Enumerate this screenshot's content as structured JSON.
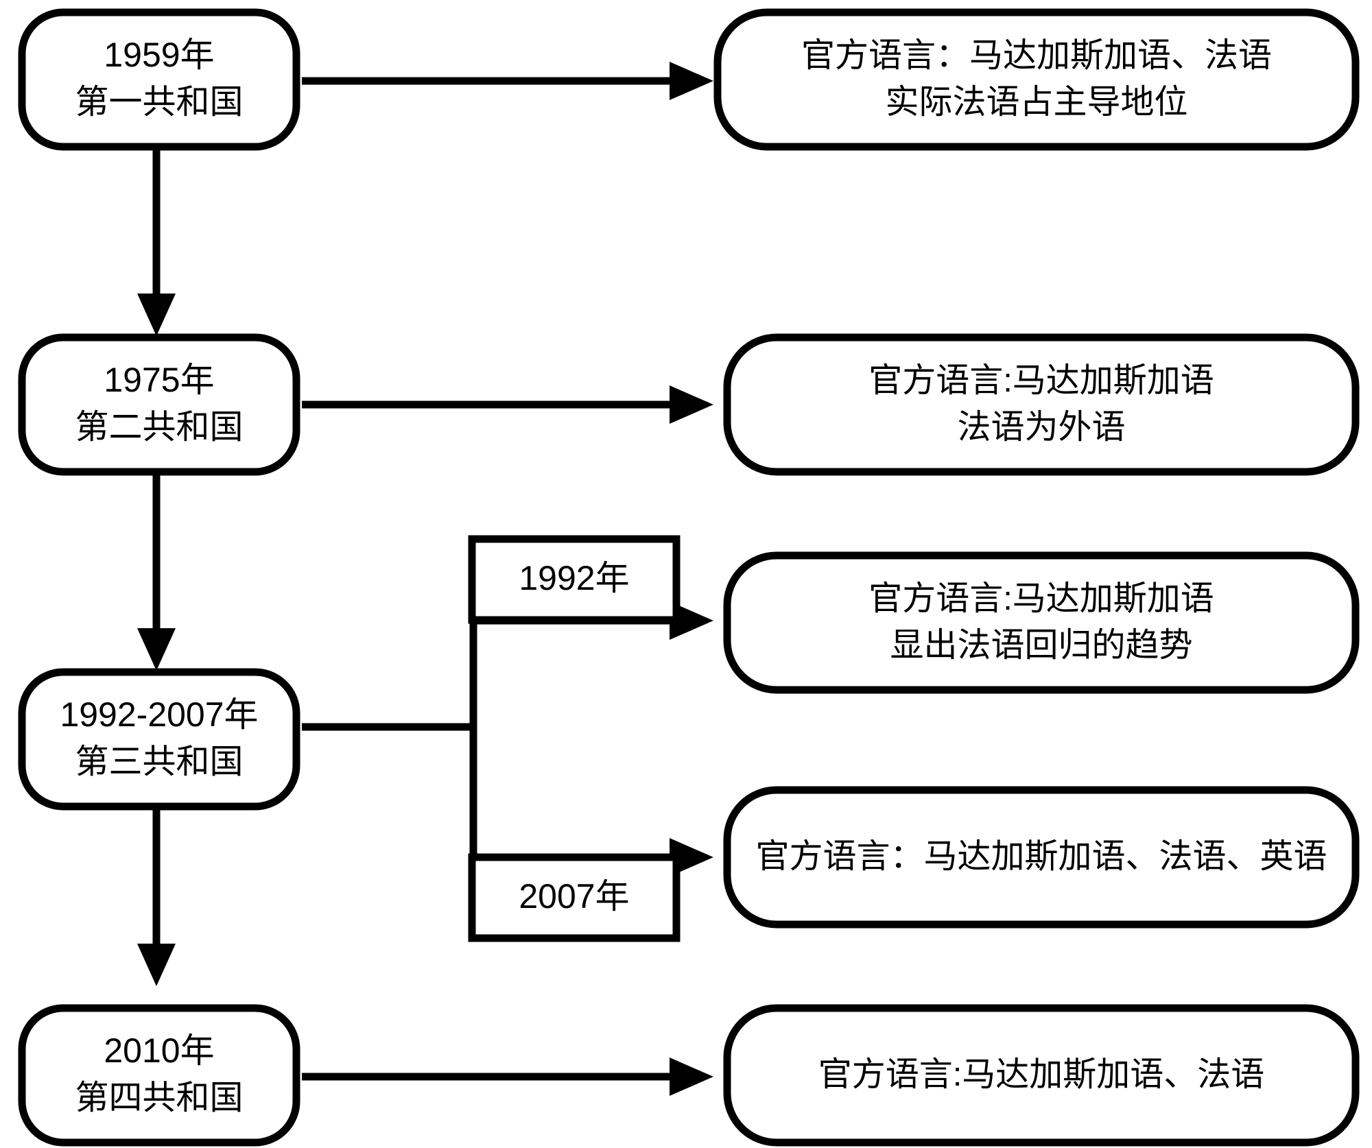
{
  "diagram": {
    "title": "Madagascar official language policy timeline",
    "type": "flowchart",
    "colors": {
      "stroke": "#000000",
      "fill": "#ffffff",
      "text": "#000000"
    },
    "timeline_nodes": [
      {
        "id": "node-1959",
        "line1": "1959年",
        "line2": "第一共和国"
      },
      {
        "id": "node-1975",
        "line1": "1975年",
        "line2": "第二共和国"
      },
      {
        "id": "node-1992-2007",
        "line1": "1992-2007年",
        "line2": "第三共和国"
      },
      {
        "id": "node-2010",
        "line1": "2010年",
        "line2": "第四共和国"
      }
    ],
    "detail_nodes": [
      {
        "id": "detail-1959",
        "line1": "官方语言：马达加斯加语、法语",
        "line2": "实际法语占主导地位"
      },
      {
        "id": "detail-1975",
        "line1": "官方语言:马达加斯加语",
        "line2": "法语为外语"
      },
      {
        "id": "detail-1992",
        "line1": "官方语言:马达加斯加语",
        "line2": "显出法语回归的趋势"
      },
      {
        "id": "detail-2007",
        "line1": "官方语言：马达加斯加语、法语、英语",
        "line2": ""
      },
      {
        "id": "detail-2010",
        "line1": "官方语言:马达加斯加语、法语",
        "line2": ""
      }
    ],
    "edge_labels": [
      {
        "id": "edge-label-1992",
        "text": "1992年"
      },
      {
        "id": "edge-label-2007",
        "text": "2007年"
      }
    ]
  }
}
